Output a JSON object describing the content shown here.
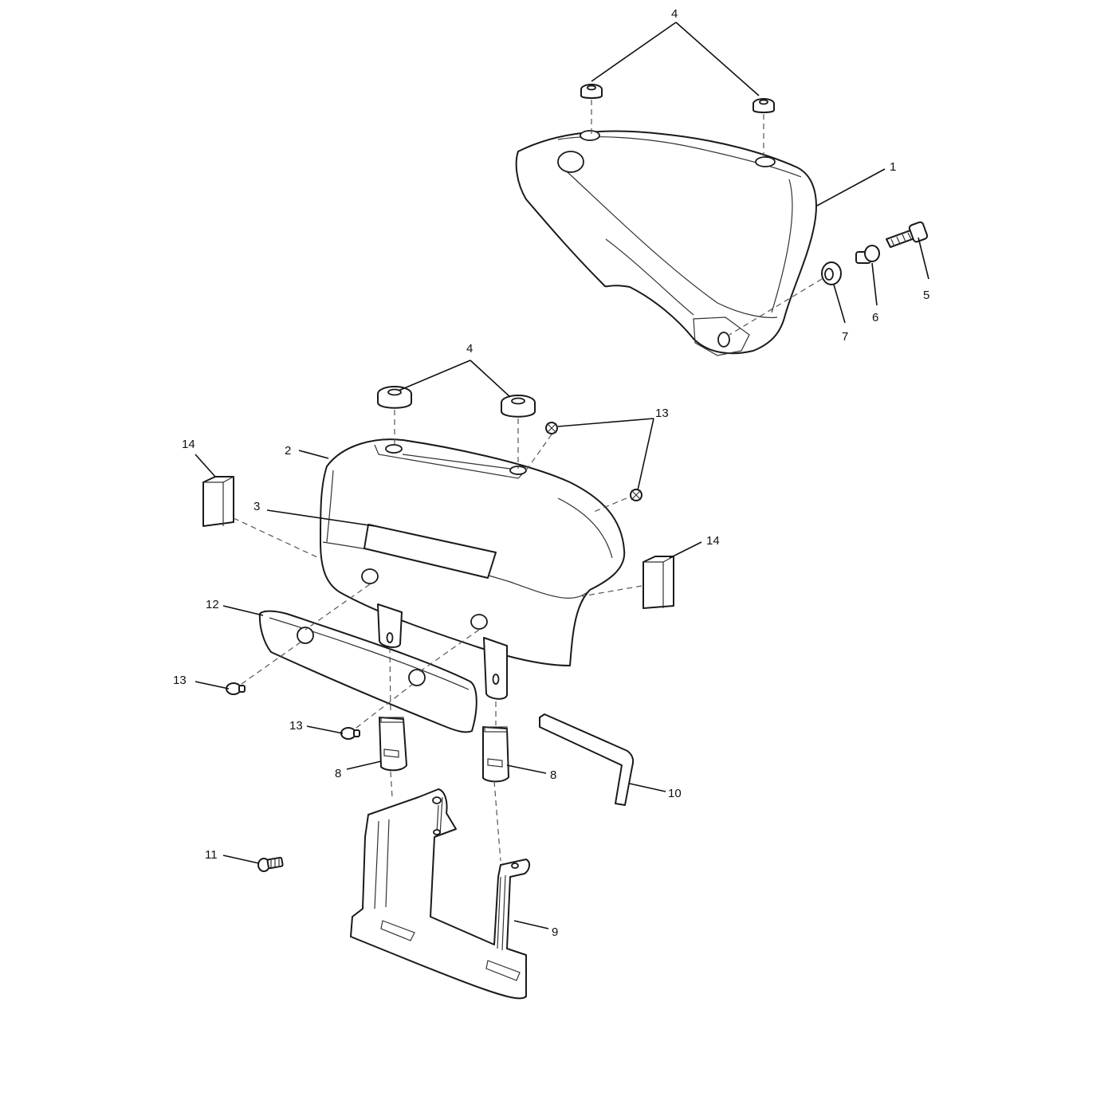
{
  "callouts": {
    "c1": "1",
    "c2": "2",
    "c3": "3",
    "c4_top": "4",
    "c4_mid": "4",
    "c5": "5",
    "c6": "6",
    "c7": "7",
    "c8_left": "8",
    "c8_right": "8",
    "c9": "9",
    "c10": "10",
    "c11": "11",
    "c12": "12",
    "c13_top": "13",
    "c13_left": "13",
    "c13_lower": "13",
    "c14_left": "14",
    "c14_right": "14"
  },
  "colors": {
    "line": "#1a1a1a",
    "background": "#ffffff"
  }
}
